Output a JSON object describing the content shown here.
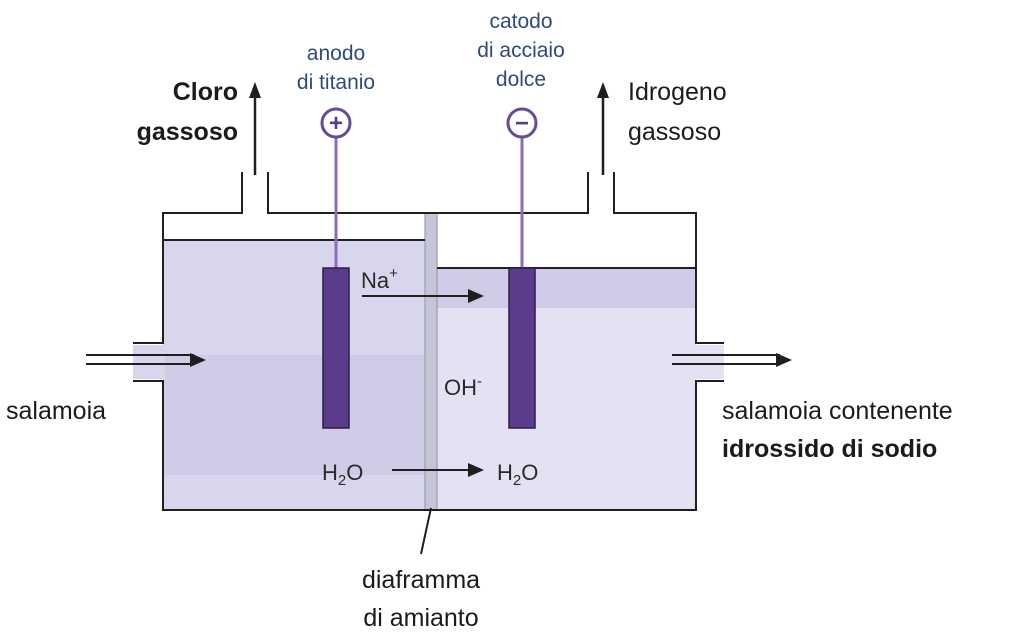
{
  "labels": {
    "cloro_line1": "Cloro",
    "cloro_line2": "gassoso",
    "idrogeno_line1": "Idrogeno",
    "idrogeno_line2": "gassoso",
    "anodo_line1": "anodo",
    "anodo_line2": "di titanio",
    "catodo_line1": "catodo",
    "catodo_line2": "di acciaio",
    "catodo_line3": "dolce",
    "salamoia": "salamoia",
    "uscita_line1": "salamoia contenente",
    "uscita_line2": "idrossido di sodio",
    "diaframma_line1": "diaframma",
    "diaframma_line2": "di amianto"
  },
  "ions": {
    "na": "Na",
    "na_charge": "+",
    "oh": "OH",
    "oh_charge": "-",
    "h2o_h": "H",
    "h2o_sub": "2",
    "h2o_o": "O"
  },
  "symbols": {
    "plus": "+",
    "minus": "−"
  },
  "colors": {
    "liquid": "#d9d5ec",
    "liquid_band": "#cfcae6",
    "headspace": "#ffffff",
    "electrode": "#5b3b8c",
    "wire": "#8c6bb8",
    "diaphragm": "#c4c6d8",
    "outline": "#1f1f1f",
    "label_blue": "#2f4a7a"
  }
}
